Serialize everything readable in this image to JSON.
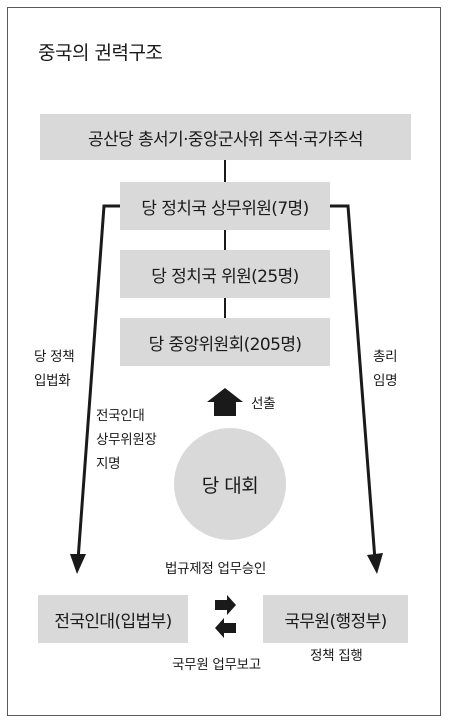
{
  "title": "중국의 권력구조",
  "boxes": {
    "top": "공산당 총서기·중앙군사위 주석·국가주석",
    "standing_committee": "당 정치국 상무위원(7명)",
    "politburo": "당 정치국 위원(25명)",
    "central_committee": "당 중앙위원회(205명)",
    "npc": "전국인대(입법부)",
    "state_council": "국무원(행정부)"
  },
  "congress": "당 대회",
  "labels": {
    "election": "선출",
    "party_policy_line1": "당 정책",
    "party_policy_line2": "입법화",
    "npc_sc_line1": "전국인대",
    "npc_sc_line2": "상무위원장",
    "npc_sc_line3": "지명",
    "premier_line1": "총리",
    "premier_line2": "임명",
    "law_approval": "법규제정 업무승인",
    "work_report": "국무원 업무보고",
    "policy_exec": "정책 집행"
  },
  "colors": {
    "box_fill": "#d9d9d9",
    "ink": "#1a1a1a"
  }
}
